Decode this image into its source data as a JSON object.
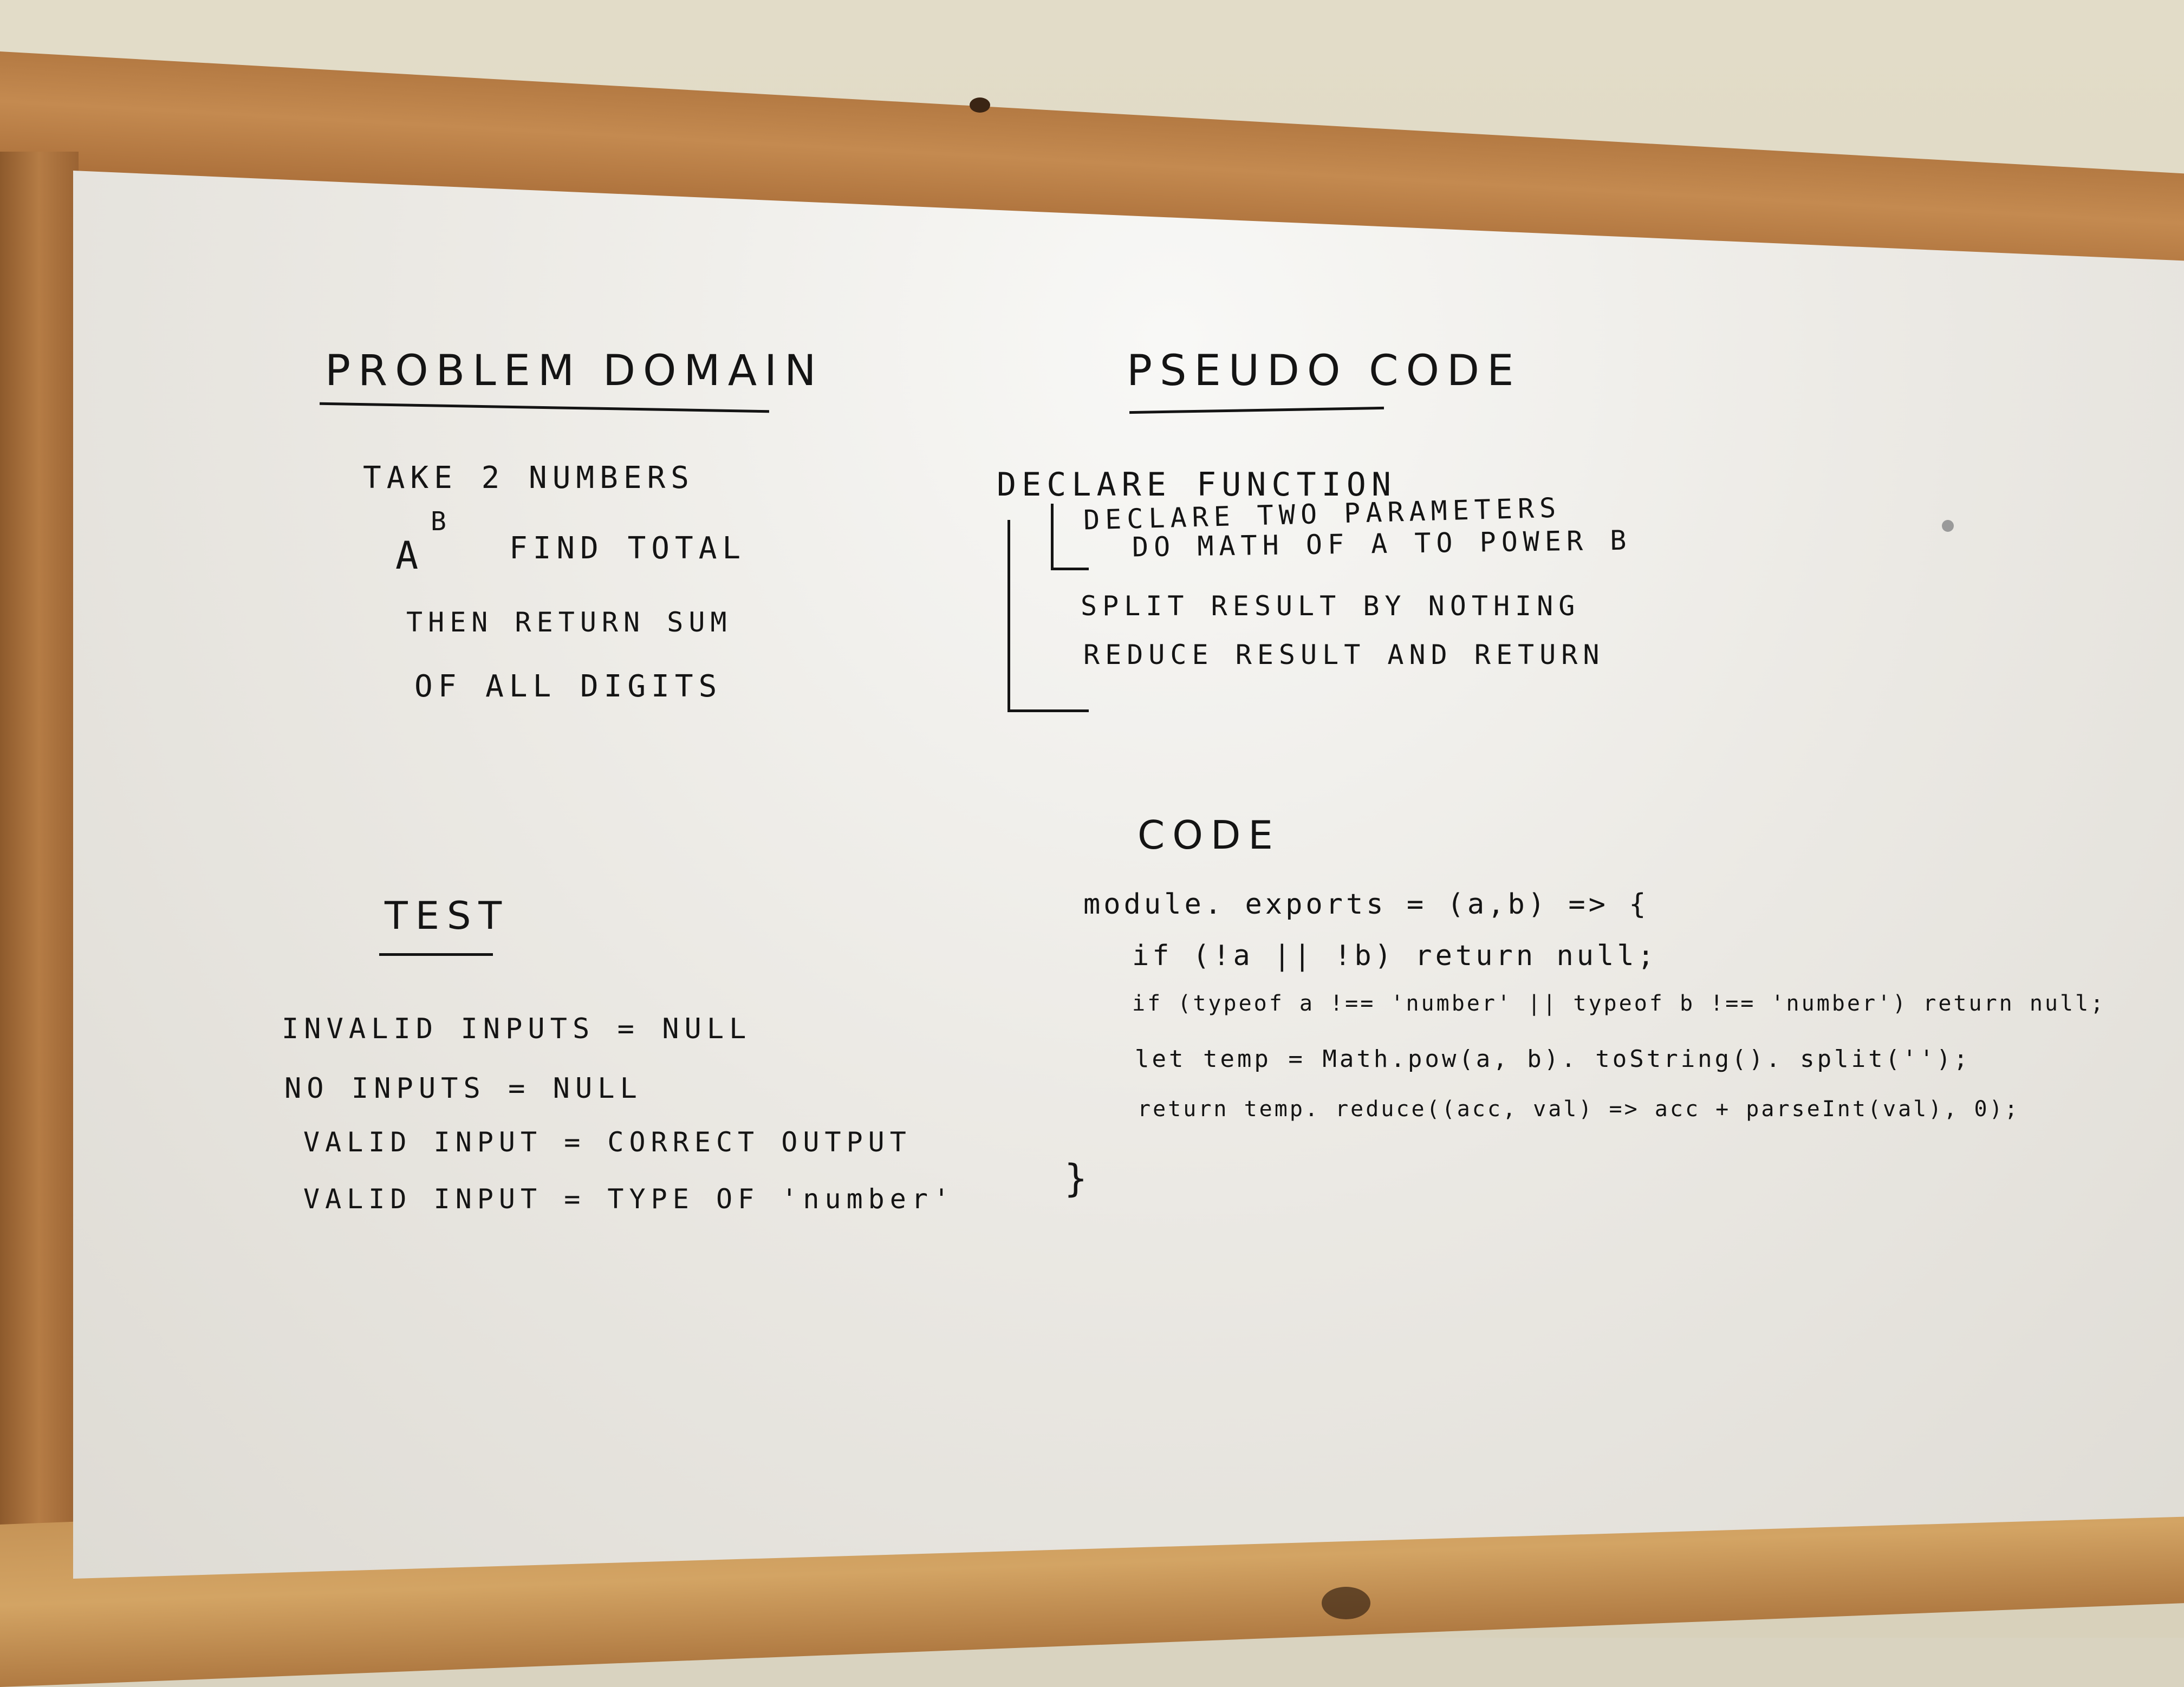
{
  "problem_domain": {
    "title": "PROBLEM DOMAIN",
    "lines": [
      "TAKE 2 NUMBERS",
      "A",
      "FIND TOTAL",
      "THEN RETURN SUM",
      "OF ALL DIGITS"
    ],
    "superscript": "B"
  },
  "pseudo_code": {
    "title": "PSEUDO CODE",
    "lines": [
      "DECLARE FUNCTION",
      "DECLARE TWO PARAMETERS",
      "DO MATH OF A TO POWER B",
      "SPLIT RESULT BY NOTHING",
      "REDUCE RESULT AND RETURN"
    ]
  },
  "test": {
    "title": "TEST",
    "lines": [
      "INVALID INPUTS = NULL",
      "NO INPUTS = NULL",
      "VALID INPUT = CORRECT OUTPUT",
      "VALID INPUT = TYPE OF 'number'"
    ]
  },
  "code": {
    "title": "CODE",
    "lines": [
      "module. exports = (a,b) => {",
      "if (!a || !b) return null;",
      "if (typeof a !== 'number' || typeof b !== 'number') return null;",
      "let temp = Math.pow(a, b). toString(). split('');",
      "return temp. reduce((acc, val) => acc + parseInt(val), 0);",
      "}"
    ]
  }
}
